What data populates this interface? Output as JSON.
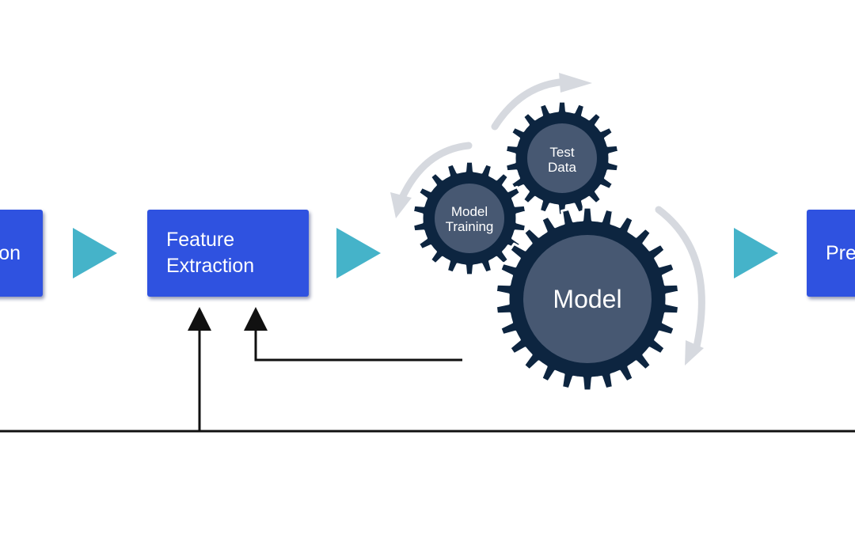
{
  "diagram": {
    "steps": {
      "left": {
        "line1": "",
        "line2": "on"
      },
      "feature": {
        "line1": "Feature",
        "line2": "Extraction"
      },
      "right": {
        "line1": "Pre",
        "line2": ""
      }
    },
    "gears": {
      "test_data": {
        "line1": "Test",
        "line2": "Data"
      },
      "model_training": {
        "line1": "Model",
        "line2": "Training"
      },
      "model": {
        "label": "Model"
      }
    },
    "colors": {
      "box_fill": "#2f52e0",
      "arrow_teal": "#45b3c9",
      "gear_dark": "#0d2540",
      "gear_center": "#475872",
      "cycle_arrow": "#d6d9df",
      "line": "#111111"
    }
  }
}
